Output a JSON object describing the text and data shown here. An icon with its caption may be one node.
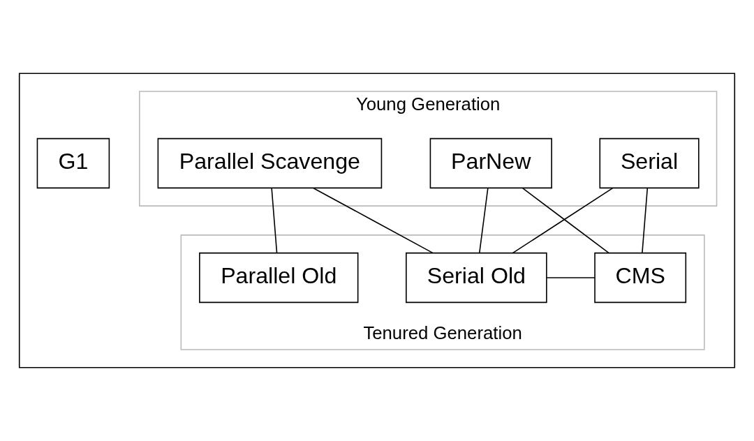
{
  "diagram": {
    "nodes": [
      {
        "text": [],
        "shape": "box"
      },
      {
        "text": [
          "Young Generation"
        ],
        "in": 0
      },
      {
        "text": [
          "Tenured Generation"
        ],
        "in": 0
      },
      {
        "text": [
          "Serial"
        ],
        "in": 1
      },
      {
        "text": [
          "ParNew"
        ],
        "in": 1
      },
      {
        "text": [
          "Parallel Scavenge"
        ],
        "in": 1
      },
      {
        "text": [
          "G1"
        ],
        "in": 0
      },
      {
        "text": [
          "CMS"
        ],
        "in": 2
      },
      {
        "text": [
          "Parallel Old"
        ],
        "in": 2
      },
      {
        "text": [
          "Serial Old"
        ],
        "in": 2
      }
    ],
    "edges": [
      {
        "from": 3,
        "to": 7,
        "arrow": "none"
      },
      {
        "from": 3,
        "to": 9,
        "arrow": "none"
      },
      {
        "from": 4,
        "to": 7,
        "arrow": "none"
      },
      {
        "from": 4,
        "to": 9,
        "arrow": "none"
      },
      {
        "from": 5,
        "to": 9,
        "arrow": "none"
      },
      {
        "from": 5,
        "to": 8,
        "arrow": "none"
      },
      {
        "from": 7,
        "to": 9,
        "arrow": "none"
      }
    ]
  }
}
